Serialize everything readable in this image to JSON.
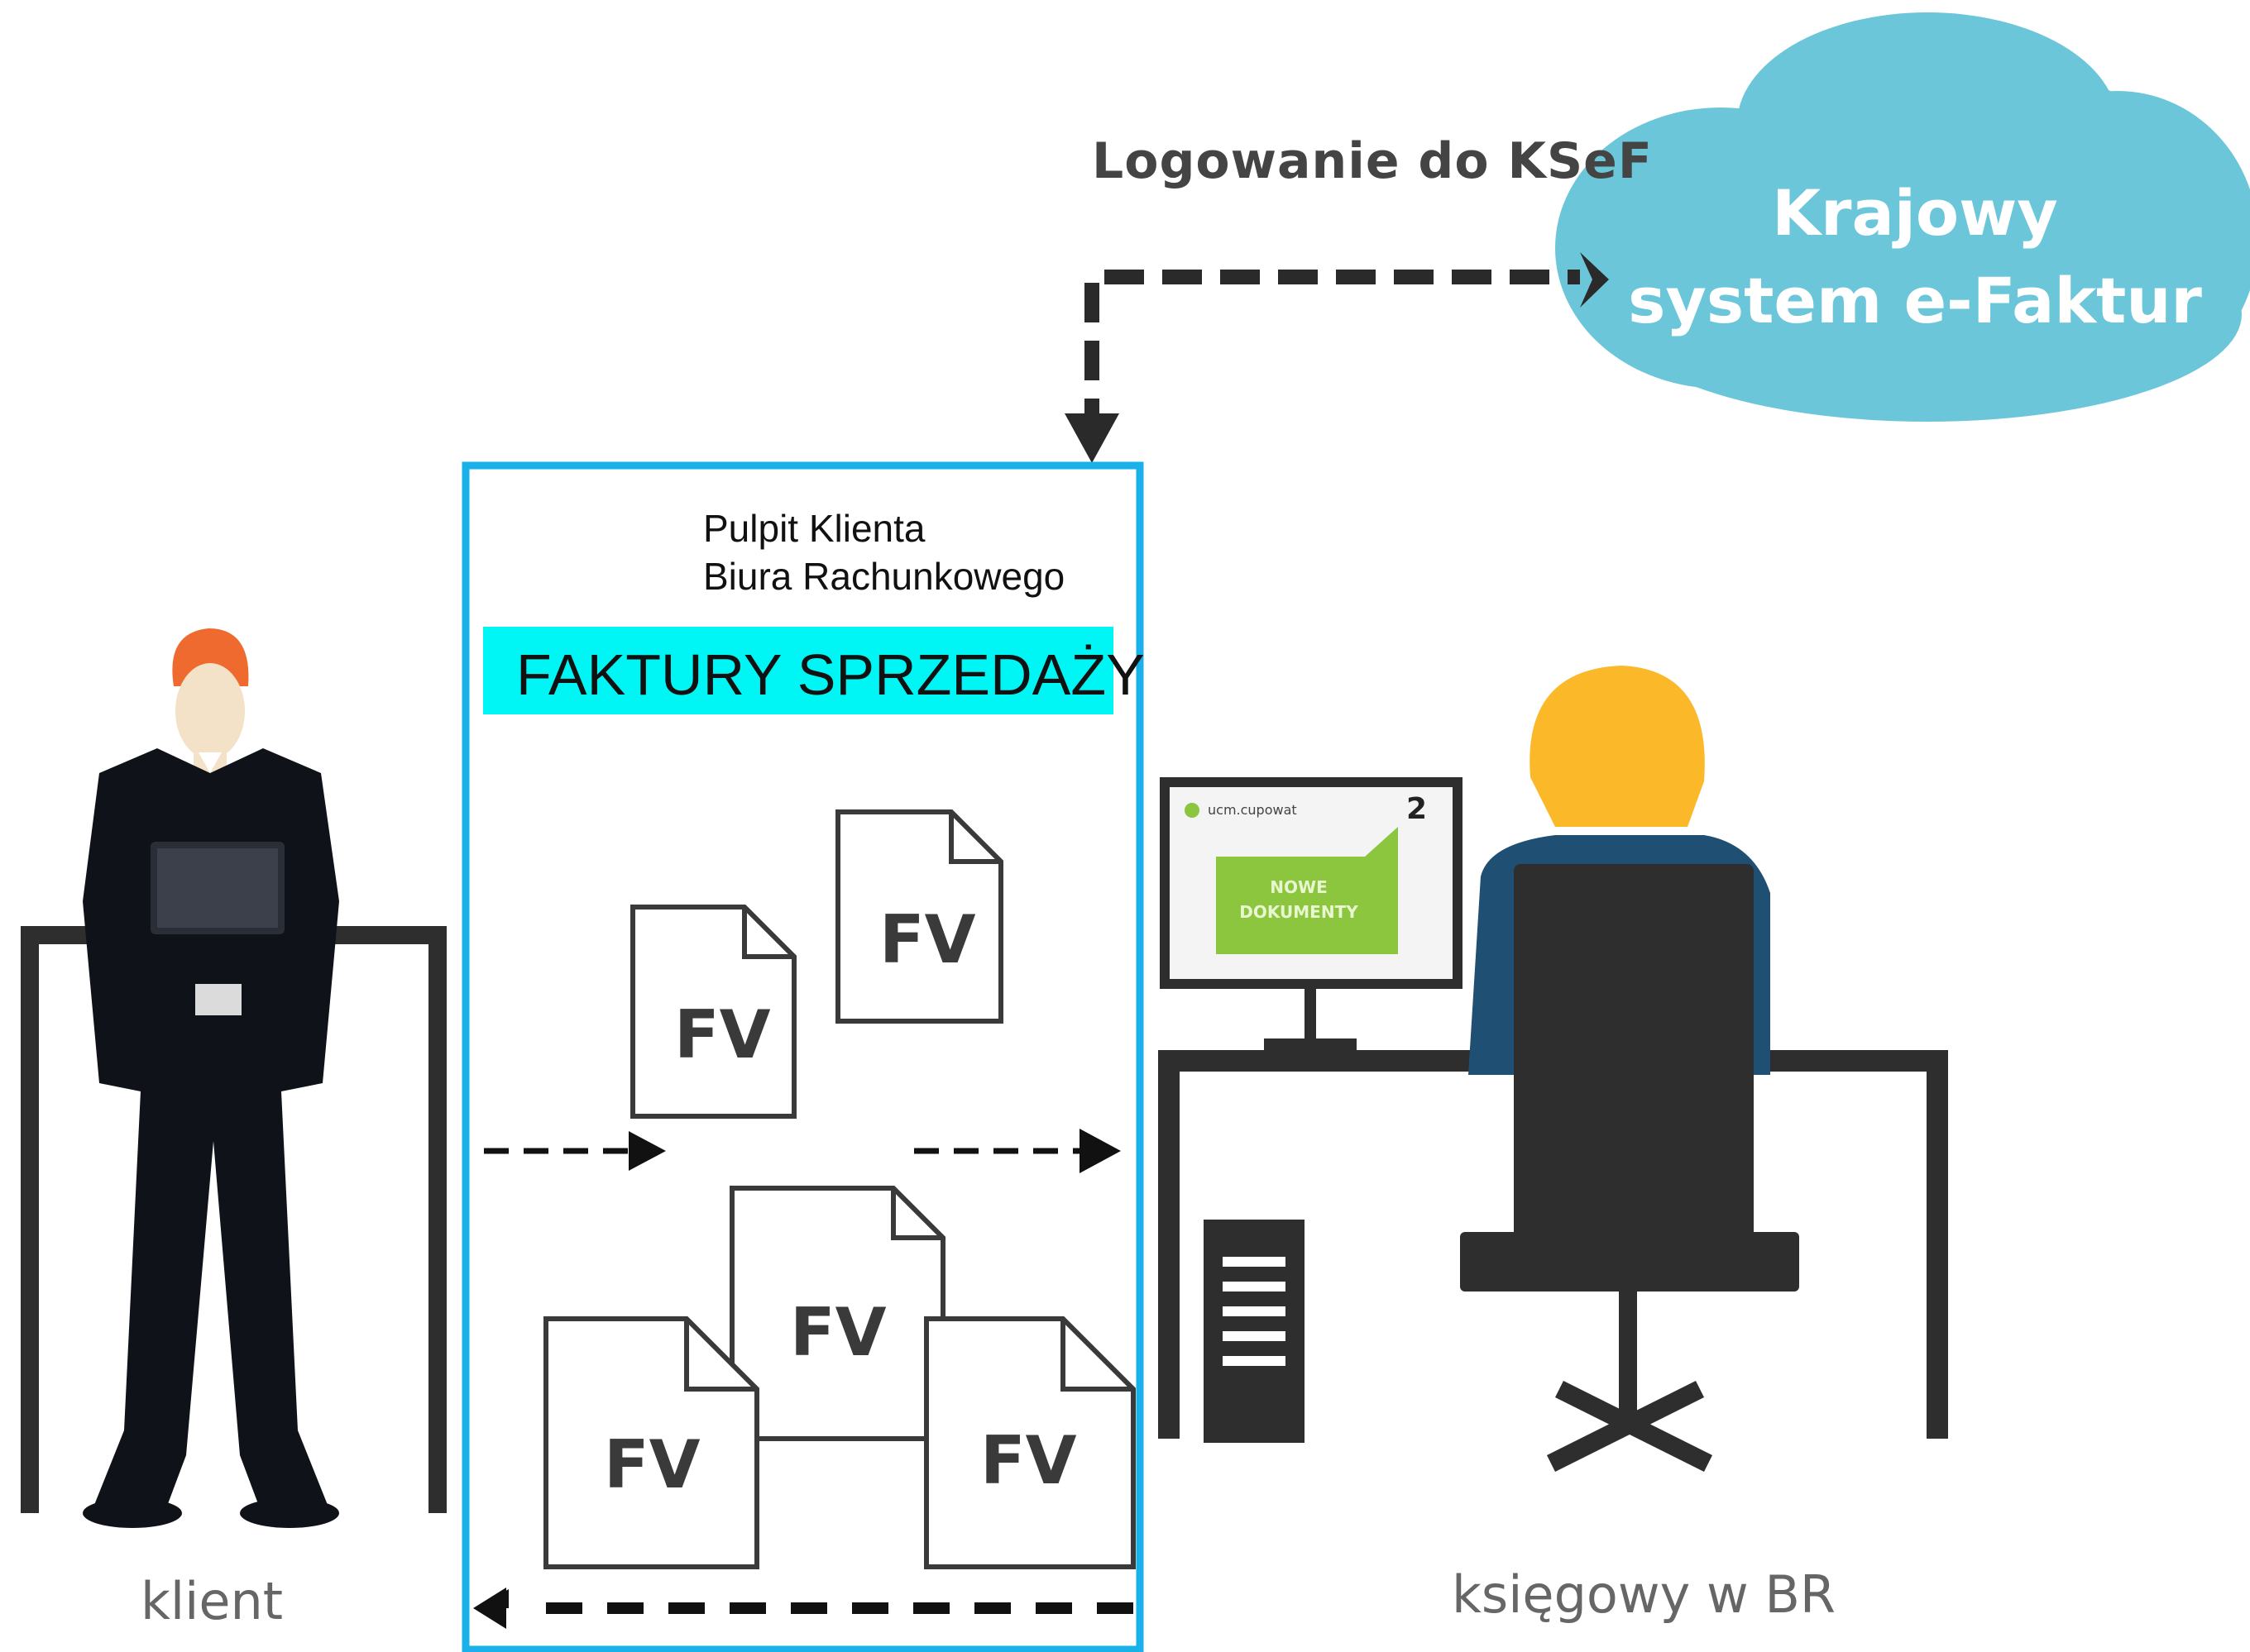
{
  "ksef_arrow_label": "Logowanie do KSeF",
  "cloud": {
    "line1": "Krajowy",
    "line2": "system e-Faktur",
    "color": "#6cc6da"
  },
  "panel": {
    "title_line1": "Pulpit Klienta",
    "title_line2": "Biura Rachunkowego",
    "banner": "FAKTURY SPRZEDAŻY",
    "border_color": "#1ab0ea",
    "banner_color": "#00f5f5"
  },
  "documents": [
    "FV",
    "FV",
    "FV",
    "FV",
    "FV"
  ],
  "actors": {
    "client": "klient",
    "accountant": "księgowy w BR"
  },
  "monitor": {
    "badge": "2",
    "header": "ucm.cupowat",
    "card": "NOWE DOKUMENTY",
    "card_color": "#8cc63f"
  },
  "icons": [
    "client-figure-icon",
    "accountant-figure-icon",
    "cloud-icon",
    "document-icon",
    "computer-tower-icon",
    "office-chair-icon"
  ]
}
